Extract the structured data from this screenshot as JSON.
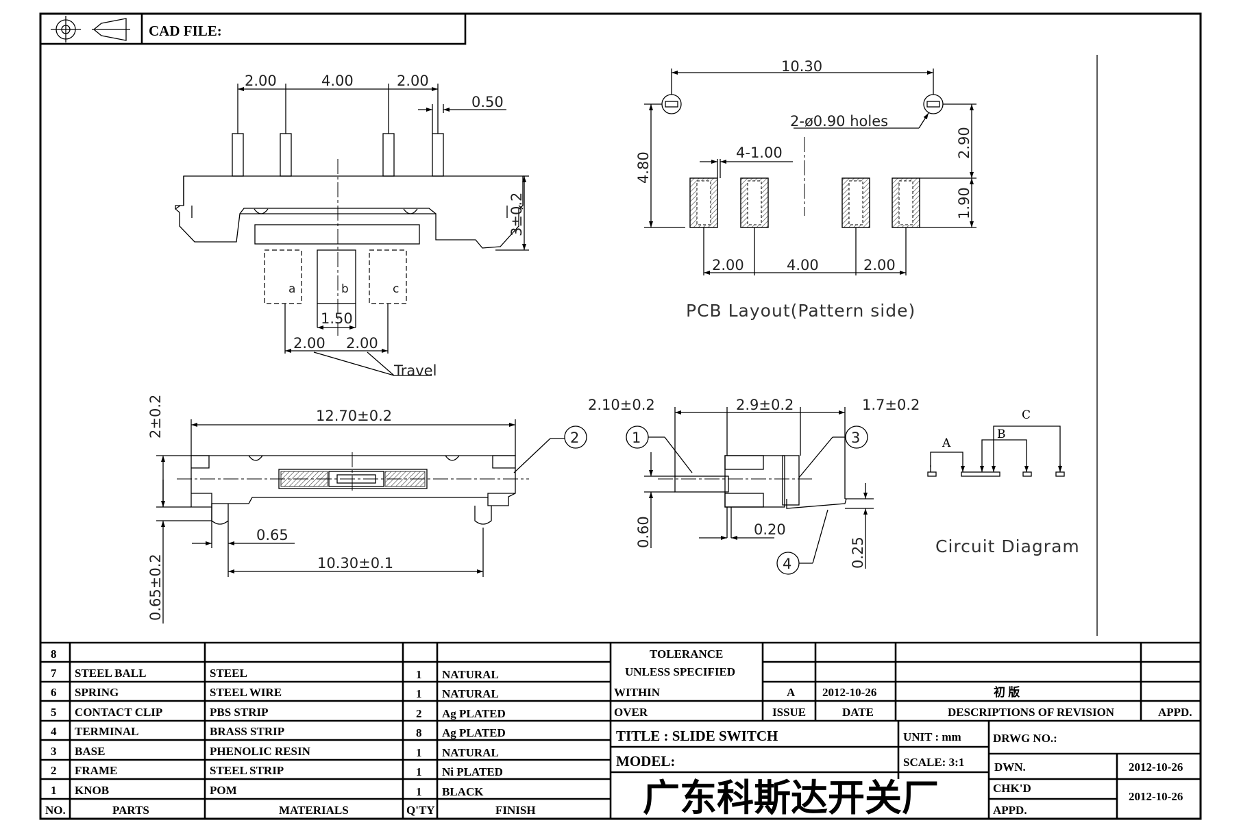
{
  "header": {
    "cad_label": "CAD FILE:"
  },
  "dims": {
    "top_p1": "2.00",
    "top_p2": "4.00",
    "top_p3": "2.00",
    "top_pin": "0.50",
    "height": "3±0.2",
    "contact_a": "a",
    "contact_b": "b",
    "contact_c": "c",
    "knob_w": "1.50",
    "travel_1": "2.00",
    "travel_2": "2.00",
    "travel": "Travel",
    "pcb_span": "10.30",
    "holes": "2-ø0.90 holes",
    "pad_w": "4-1.00",
    "pcb_h": "4.80",
    "pcb_h1": "2.90",
    "pcb_h2": "1.90",
    "pcb_p1": "2.00",
    "pcb_p2": "4.00",
    "pcb_p3": "2.00",
    "pcb_title": "PCB Layout(Pattern side)",
    "front_len": "12.70±0.2",
    "front_h": "2±0.2",
    "front_065": "0.65",
    "front_mount": "10.30±0.1",
    "front_side": "0.65±0.2",
    "side_a": "2.10±0.2",
    "side_b": "2.9±0.2",
    "side_c": "1.7±0.2",
    "side_060": "0.60",
    "side_020": "0.20",
    "side_025": "0.25",
    "callout_1": "1",
    "callout_2": "2",
    "callout_3": "3",
    "callout_4": "4",
    "circ_a": "A",
    "circ_b": "B",
    "circ_c": "C",
    "circuit_title": "Circuit Diagram"
  },
  "bom": {
    "rows": [
      {
        "no": "8",
        "part": "",
        "material": "",
        "qty": "",
        "finish": ""
      },
      {
        "no": "7",
        "part": "STEEL BALL",
        "material": "STEEL",
        "qty": "1",
        "finish": "NATURAL"
      },
      {
        "no": "6",
        "part": "SPRING",
        "material": "STEEL WIRE",
        "qty": "1",
        "finish": "NATURAL"
      },
      {
        "no": "5",
        "part": "CONTACT CLIP",
        "material": "PBS STRIP",
        "qty": "2",
        "finish": "Ag PLATED"
      },
      {
        "no": "4",
        "part": "TERMINAL",
        "material": "BRASS STRIP",
        "qty": "8",
        "finish": "Ag PLATED"
      },
      {
        "no": "3",
        "part": "BASE",
        "material": "PHENOLIC RESIN",
        "qty": "1",
        "finish": "NATURAL"
      },
      {
        "no": "2",
        "part": "FRAME",
        "material": "STEEL STRIP",
        "qty": "1",
        "finish": "Ni PLATED"
      },
      {
        "no": "1",
        "part": "KNOB",
        "material": "POM",
        "qty": "1",
        "finish": "BLACK"
      }
    ],
    "headers": {
      "no": "NO.",
      "part": "PARTS",
      "material": "MATERIALS",
      "qty": "Q'TY",
      "finish": "FINISH"
    }
  },
  "tolerance": {
    "title_1": "TOLERANCE",
    "title_2": "UNLESS  SPECIFIED",
    "within": "WITHIN",
    "over": "OVER"
  },
  "revision": {
    "issue": "A",
    "date": "2012-10-26",
    "desc": "初  版",
    "h_issue": "ISSUE",
    "h_date": "DATE",
    "h_desc": "DESCRIPTIONS OF REVISION",
    "h_appd": "APPD."
  },
  "title_block": {
    "title": "TITLE : SLIDE SWITCH",
    "model": "MODEL:",
    "unit": "UNIT :  mm",
    "scale": "SCALE:  3:1",
    "drwg": "DRWG NO.:",
    "company": "广东科斯达开关厂",
    "dwn": "DWN.",
    "dwn_date": "2012-10-26",
    "chk": "CHK'D",
    "chk_date": "2012-10-26",
    "appd": "APPD."
  }
}
